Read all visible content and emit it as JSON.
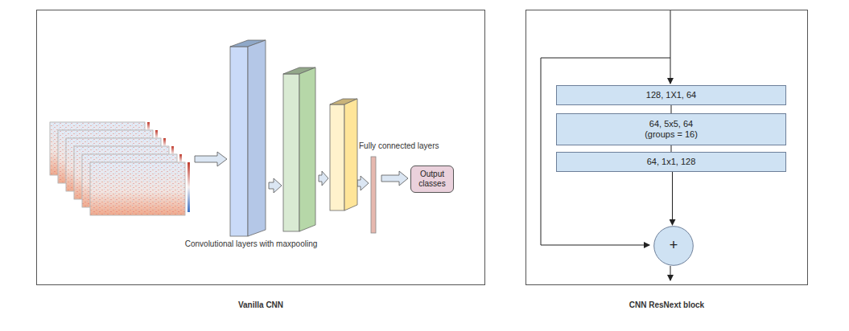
{
  "diagram": {
    "nodes": [
      {
        "text": [
          "Vanilla CNN"
        ]
      },
      {
        "text": [
          "Output classes"
        ],
        "in": 0
      },
      {
        "text": [
          "CNN ResNext block"
        ]
      },
      {
        "text": [
          "128, 1X1, 64"
        ],
        "in": 2
      },
      {
        "text": [
          "64, 5x5, 64 (groups = 16)"
        ],
        "in": 2
      },
      {
        "text": [
          "64, 1x1, 128"
        ],
        "in": 2
      },
      {
        "text": [
          "+"
        ],
        "in": 2
      }
    ],
    "edges": [
      {
        "from": 3,
        "to": 4,
        "arrow": "none"
      },
      {
        "from": 4,
        "to": 5,
        "arrow": "none"
      },
      {
        "from": 5,
        "to": 6,
        "arrow": "to"
      }
    ],
    "labels": [
      "Convolutional layers with maxpooling",
      "Fully connected layers"
    ]
  }
}
